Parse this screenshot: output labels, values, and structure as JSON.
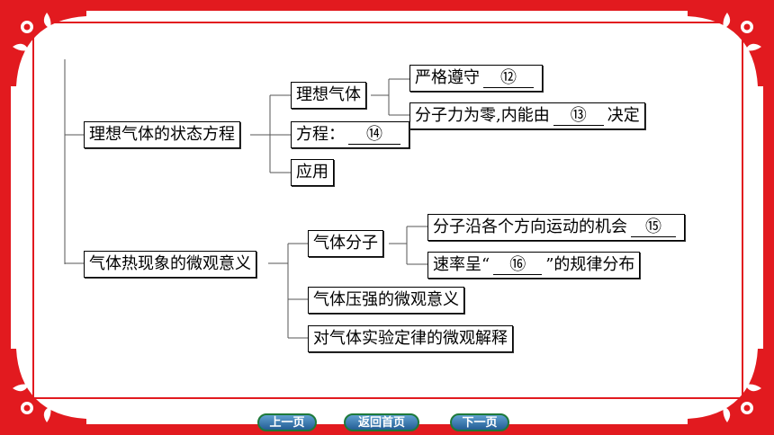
{
  "colors": {
    "frame": "#e21a1f",
    "button_bg": "#2f73b0",
    "button_border": "#1e7a3a"
  },
  "diagram": {
    "branch1": {
      "label": "理想气体的状态方程",
      "ideal_gas": {
        "label": "理想气体",
        "child1": {
          "prefix": "严格遵守",
          "blank": "⑫"
        },
        "child2": {
          "prefix": "分子力为零,内能由",
          "blank": "⑬",
          "suffix": "决定"
        }
      },
      "equation": {
        "prefix": "方程：",
        "blank": "⑭"
      },
      "application": {
        "label": "应用"
      }
    },
    "branch2": {
      "label": "气体热现象的微观意义",
      "molecules": {
        "label": "气体分子",
        "child1": {
          "prefix": "分子沿各个方向运动的机会",
          "blank": "⑮"
        },
        "child2": {
          "prefix": "速率呈“",
          "blank": "⑯",
          "suffix": "”的规律分布"
        }
      },
      "pressure": {
        "label": "气体压强的微观意义"
      },
      "law": {
        "label": "对气体实验定律的微观解释"
      }
    }
  },
  "nav": {
    "prev": "上一页",
    "home": "返回首页",
    "next": "下一页"
  }
}
